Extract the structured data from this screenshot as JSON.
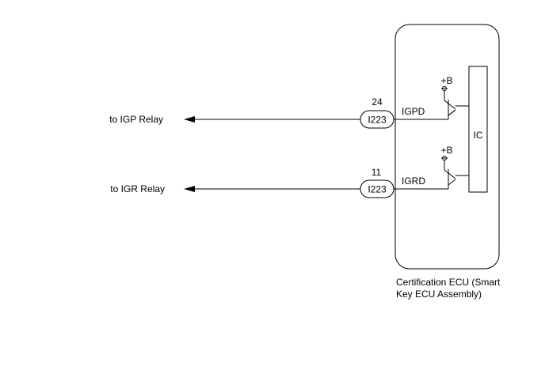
{
  "circuits": [
    {
      "pin": "24",
      "connector": "I223",
      "signal": "IGPD",
      "destination": "to IGP Relay",
      "supply": "+B"
    },
    {
      "pin": "11",
      "connector": "I223",
      "signal": "IGRD",
      "destination": "to IGR Relay",
      "supply": "+B"
    }
  ],
  "ic_label": "IC",
  "ecu_label": {
    "line1": "Certification ECU (Smart",
    "line2": "Key ECU Assembly)"
  }
}
